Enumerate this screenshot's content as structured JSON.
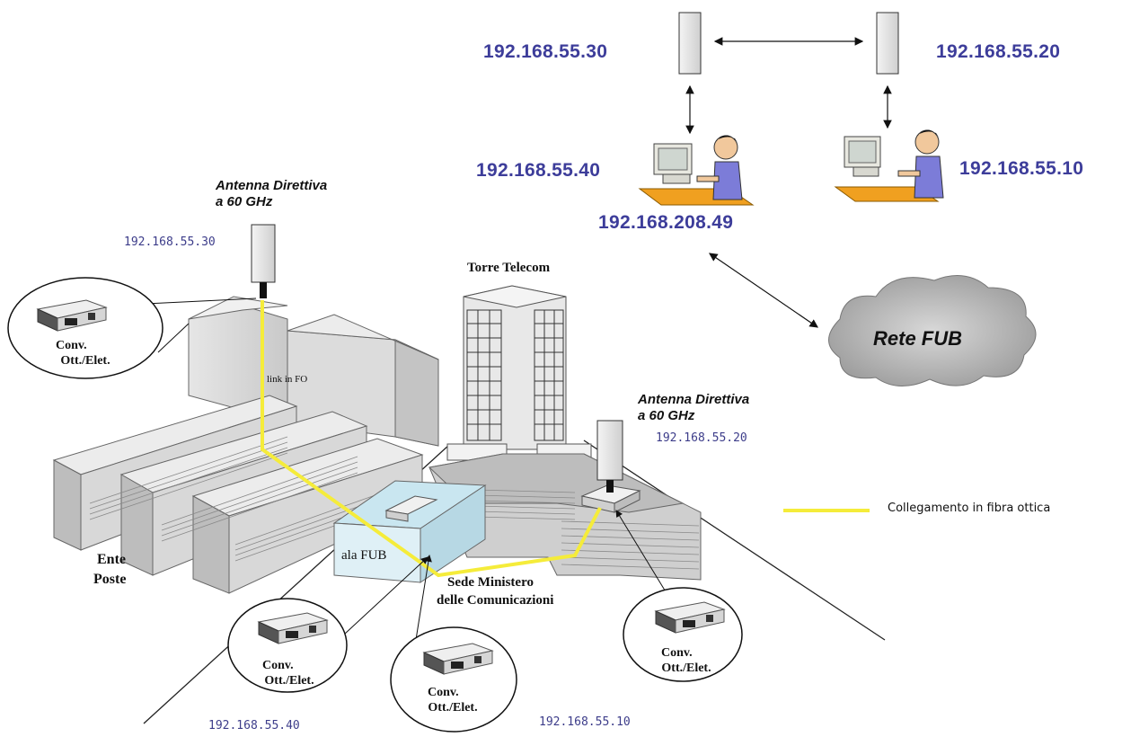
{
  "network": {
    "ip_top_left": "192.168.55.30",
    "ip_top_right": "192.168.55.20",
    "ip_pc_left": "192.168.55.40",
    "ip_pc_right": "192.168.55.10",
    "ip_pc_left_fub": "192.168.208.49",
    "cloud_label": "Rete FUB"
  },
  "map": {
    "antenna_left_title": "Antenna Direttiva",
    "antenna_left_sub": "a 60 GHz",
    "antenna_left_ip": "192.168.55.30",
    "antenna_right_title": "Antenna Direttiva",
    "antenna_right_sub": "a 60 GHz",
    "antenna_right_ip": "192.168.55.20",
    "tower_label": "Torre Telecom",
    "link_label": "link in FO",
    "ente_line1": "Ente",
    "ente_line2": "Poste",
    "ala_fub": "ala FUB",
    "sede_line1": "Sede Ministero",
    "sede_line2": "delle Comunicazioni",
    "ip_bottom_left": "192.168.55.40",
    "ip_bottom_right": "192.168.55.10"
  },
  "converters": [
    {
      "line1": "Conv.",
      "line2": "Ott./Elet."
    },
    {
      "line1": "Conv.",
      "line2": "Ott./Elet."
    },
    {
      "line1": "Conv.",
      "line2": "Ott./Elet."
    },
    {
      "line1": "Conv.",
      "line2": "Ott./Elet."
    }
  ],
  "legend": {
    "label": "Collegamento in fibra ottica",
    "color": "#f5ec3a"
  },
  "colors": {
    "ip_text": "#3d3d9a",
    "fiber": "#f5ec3a"
  }
}
